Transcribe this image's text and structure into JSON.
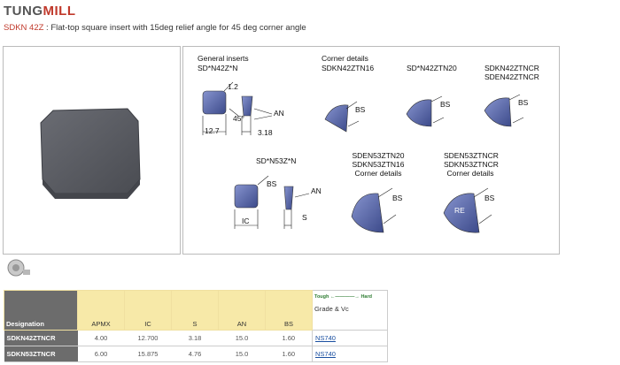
{
  "logo": {
    "part1": "TUNG",
    "part2": "MILL"
  },
  "subtitle": {
    "code": "SDKN 42Z",
    "text": " : Flat-top square insert with 15deg relief angle for 45 deg corner angle"
  },
  "diagrams": {
    "general_title": "General inserts",
    "general_code": "SD*N42Z*N",
    "corner_title": "Corner details",
    "corner_a": "SDKN42ZTN16",
    "corner_b": "SD*N42ZTN20",
    "corner_c1": "SDKN42ZTNCR",
    "corner_c2": "SDEN42ZTNCR",
    "n53_code": "SD*N53Z*N",
    "n53_a1": "SDEN53ZTN20",
    "n53_a2": "SDKN53ZTN16",
    "n53_a3": "Corner details",
    "n53_b1": "SDEN53ZTNCR",
    "n53_b2": "SDKN53ZTNCR",
    "n53_b3": "Corner details",
    "dim_12": "1.2",
    "dim_45": "45°",
    "dim_127": "12.7",
    "dim_318": "3.18",
    "dim_an": "AN",
    "dim_bs": "BS",
    "dim_ic": "IC",
    "dim_s": "S",
    "dim_re": "RE"
  },
  "table": {
    "headers": [
      "Designation",
      "APMX",
      "IC",
      "S",
      "AN",
      "BS"
    ],
    "grade_header": {
      "tough": "Tough",
      "hard": "Hard",
      "label": "Grade & Vc"
    },
    "rows": [
      {
        "designation": "SDKN42ZTNCR",
        "apmx": "4.00",
        "ic": "12.700",
        "s": "3.18",
        "an": "15.0",
        "bs": "1.60",
        "grade": "NS740"
      },
      {
        "designation": "SDKN53ZTNCR",
        "apmx": "6.00",
        "ic": "15.875",
        "s": "4.76",
        "an": "15.0",
        "bs": "1.60",
        "grade": "NS740"
      }
    ]
  },
  "colors": {
    "insert_fill": "#5a6aa8",
    "insert_dark": "#3d4b87",
    "photo_insert": "#5d5f66",
    "header_yellow": "#f7e9a8",
    "designation_gray": "#6c6c6c",
    "logo_red": "#c0392b"
  }
}
